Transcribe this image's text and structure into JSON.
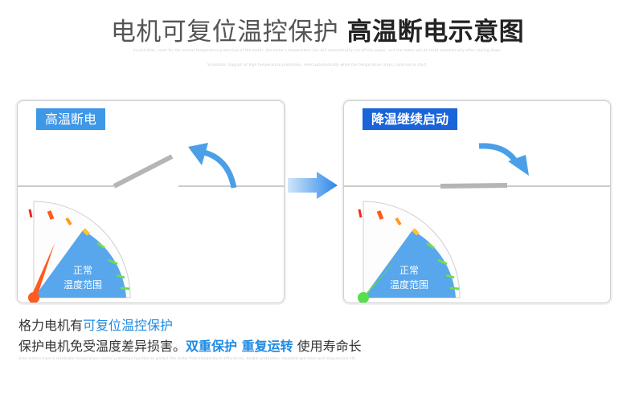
{
  "title": {
    "prefix": "电机可复位温控保护",
    "suffix": "高温断电示意图"
  },
  "fine_print": {
    "line1": "Invalid item, reset for the normal temperature protection of the motor, the motor's temperature rise will automatically cut off the power, and the motor will be reset automatically after cooling down.",
    "line2": "Schematic diagram of high temperature protection, reset automatically when the temperature drops, continue to start."
  },
  "panels": [
    {
      "tag": "高温断电",
      "gauge_label_line1": "正常",
      "gauge_label_line2": "温度范围"
    },
    {
      "tag": "降温继续启动",
      "gauge_label_line1": "正常",
      "gauge_label_line2": "温度范围"
    }
  ],
  "caption": {
    "line1_plain": "格力电机有",
    "line1_highlight": "可复位温控保护",
    "line2_plain": "保护电机免受温度差异损害。",
    "line2_highlight": "双重保护 重复运转",
    "line2_tail": " 使用寿命长"
  },
  "caption_fine": "Gree motors have a resettable temperature control protection function to protect the motor from temperature differences, double protection, repeated operation and long service life.",
  "colors": {
    "gauge_blue": "#58a6ec",
    "needle_hot": "#ff5a1f",
    "needle_cool": "#55e04a",
    "tick_green": "#6fdc4e",
    "tick_red": "#ea2b1d",
    "tick_orange": "#ff7a1a",
    "tag_light": "#3f97e8",
    "tag_dark": "#1a63d9"
  }
}
